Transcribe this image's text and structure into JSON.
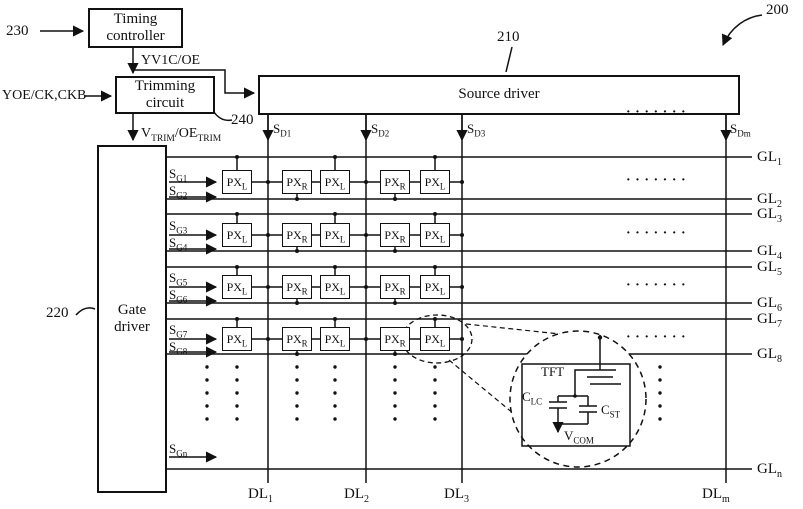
{
  "figure": {
    "background": "#ffffff",
    "line_color": "#111111",
    "refs": {
      "panel": "200",
      "source_driver": "210",
      "gate_driver": "220",
      "timing_controller": "230",
      "trimming_circuit": "240"
    },
    "blocks": {
      "timing_controller": "Timing controller",
      "trimming_circuit": "Trimming circuit",
      "source_driver": "Source driver",
      "gate_driver": "Gate driver"
    },
    "signals": {
      "timing_to_trimming": "YV1C/OE",
      "external_input": "YOE/CK,CKB",
      "trimming_output": {
        "p1": "V",
        "s1": "TRIM",
        "p2": "/OE",
        "s2": "TRIM"
      }
    },
    "source_outputs": [
      {
        "base": "S",
        "sub": "D1"
      },
      {
        "base": "S",
        "sub": "D2"
      },
      {
        "base": "S",
        "sub": "D3"
      },
      {
        "base": "S",
        "sub": "Dm"
      }
    ],
    "gate_outputs": [
      {
        "base": "S",
        "sub": "G1"
      },
      {
        "base": "S",
        "sub": "G2"
      },
      {
        "base": "S",
        "sub": "G3"
      },
      {
        "base": "S",
        "sub": "G4"
      },
      {
        "base": "S",
        "sub": "G5"
      },
      {
        "base": "S",
        "sub": "G6"
      },
      {
        "base": "S",
        "sub": "G7"
      },
      {
        "base": "S",
        "sub": "G8"
      },
      {
        "base": "S",
        "sub": "Gn"
      }
    ],
    "gate_lines": [
      {
        "base": "GL",
        "sub": "1"
      },
      {
        "base": "GL",
        "sub": "2"
      },
      {
        "base": "GL",
        "sub": "3"
      },
      {
        "base": "GL",
        "sub": "4"
      },
      {
        "base": "GL",
        "sub": "5"
      },
      {
        "base": "GL",
        "sub": "6"
      },
      {
        "base": "GL",
        "sub": "7"
      },
      {
        "base": "GL",
        "sub": "8"
      },
      {
        "base": "GL",
        "sub": "n"
      }
    ],
    "data_lines": [
      {
        "base": "DL",
        "sub": "1"
      },
      {
        "base": "DL",
        "sub": "2"
      },
      {
        "base": "DL",
        "sub": "3"
      },
      {
        "base": "DL",
        "sub": "m"
      }
    ],
    "pixels": {
      "rows": [
        [
          {
            "base": "PX",
            "sub": "L"
          },
          {
            "base": "PX",
            "sub": "R"
          },
          {
            "base": "PX",
            "sub": "L"
          },
          {
            "base": "PX",
            "sub": "R"
          },
          {
            "base": "PX",
            "sub": "L"
          }
        ],
        [
          {
            "base": "PX",
            "sub": "L"
          },
          {
            "base": "PX",
            "sub": "R"
          },
          {
            "base": "PX",
            "sub": "L"
          },
          {
            "base": "PX",
            "sub": "R"
          },
          {
            "base": "PX",
            "sub": "L"
          }
        ],
        [
          {
            "base": "PX",
            "sub": "L"
          },
          {
            "base": "PX",
            "sub": "R"
          },
          {
            "base": "PX",
            "sub": "L"
          },
          {
            "base": "PX",
            "sub": "R"
          },
          {
            "base": "PX",
            "sub": "L"
          }
        ],
        [
          {
            "base": "PX",
            "sub": "L"
          },
          {
            "base": "PX",
            "sub": "R"
          },
          {
            "base": "PX",
            "sub": "L"
          },
          {
            "base": "PX",
            "sub": "R"
          },
          {
            "base": "PX",
            "sub": "L"
          }
        ]
      ]
    },
    "inset": {
      "transistor": "TFT",
      "liquid_crystal_cap": {
        "base": "C",
        "sub": "LC"
      },
      "storage_cap": {
        "base": "C",
        "sub": "ST"
      },
      "common_voltage": {
        "base": "V",
        "sub": "COM"
      }
    },
    "ellipsis_dots": "·······"
  }
}
